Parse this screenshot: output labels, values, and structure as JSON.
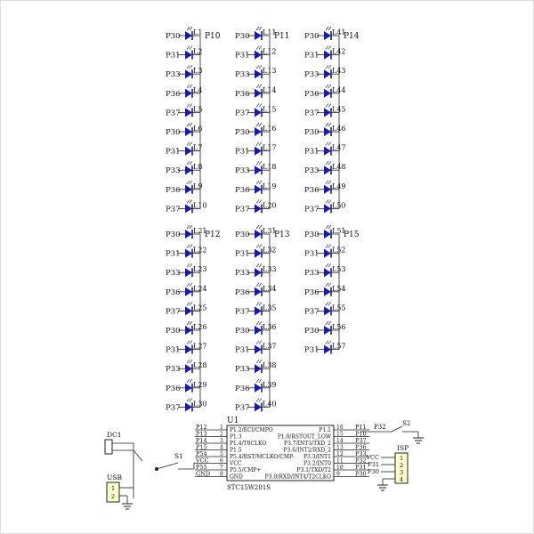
{
  "colors": {
    "wire": "#222222",
    "led": "#1a1aa8",
    "ink": "#111111",
    "border": "#dddddd"
  },
  "led_groups": [
    {
      "port": "P10",
      "rows": [
        {
          "pin": "P30",
          "led": "L1"
        },
        {
          "pin": "P31",
          "led": "L2"
        },
        {
          "pin": "P33",
          "led": "L3"
        },
        {
          "pin": "P36",
          "led": "L4"
        },
        {
          "pin": "P37",
          "led": "L5"
        },
        {
          "pin": "P30",
          "led": "L6"
        },
        {
          "pin": "P31",
          "led": "L7"
        },
        {
          "pin": "P33",
          "led": "L8"
        },
        {
          "pin": "P36",
          "led": "L9"
        },
        {
          "pin": "P37",
          "led": "L10"
        }
      ]
    },
    {
      "port": "P11",
      "rows": [
        {
          "pin": "P30",
          "led": "L11"
        },
        {
          "pin": "P31",
          "led": "L12"
        },
        {
          "pin": "P33",
          "led": "L13"
        },
        {
          "pin": "P36",
          "led": "L14"
        },
        {
          "pin": "P37",
          "led": "L15"
        },
        {
          "pin": "P30",
          "led": "L16"
        },
        {
          "pin": "P31",
          "led": "L17"
        },
        {
          "pin": "P33",
          "led": "L18"
        },
        {
          "pin": "P36",
          "led": "L19"
        },
        {
          "pin": "P37",
          "led": "L20"
        }
      ]
    },
    {
      "port": "P14",
      "rows": [
        {
          "pin": "P30",
          "led": "L41"
        },
        {
          "pin": "P31",
          "led": "L42"
        },
        {
          "pin": "P33",
          "led": "L43"
        },
        {
          "pin": "P36",
          "led": "L44"
        },
        {
          "pin": "P37",
          "led": "L45"
        },
        {
          "pin": "P30",
          "led": "L46"
        },
        {
          "pin": "P31",
          "led": "L47"
        },
        {
          "pin": "P33",
          "led": "L48"
        },
        {
          "pin": "P36",
          "led": "L49"
        },
        {
          "pin": "P37",
          "led": "L50"
        }
      ]
    },
    {
      "port": "P12",
      "rows": [
        {
          "pin": "P30",
          "led": "L21"
        },
        {
          "pin": "P31",
          "led": "L22"
        },
        {
          "pin": "P33",
          "led": "L23"
        },
        {
          "pin": "P36",
          "led": "L24"
        },
        {
          "pin": "P37",
          "led": "L25"
        },
        {
          "pin": "P30",
          "led": "L26"
        },
        {
          "pin": "P31",
          "led": "L27"
        },
        {
          "pin": "P33",
          "led": "L28"
        },
        {
          "pin": "P36",
          "led": "L29"
        },
        {
          "pin": "P37",
          "led": "L30"
        }
      ]
    },
    {
      "port": "P13",
      "rows": [
        {
          "pin": "P30",
          "led": "L31"
        },
        {
          "pin": "P31",
          "led": "L32"
        },
        {
          "pin": "P33",
          "led": "L33"
        },
        {
          "pin": "P36",
          "led": "L34"
        },
        {
          "pin": "P37",
          "led": "L35"
        },
        {
          "pin": "P30",
          "led": "L36"
        },
        {
          "pin": "P31",
          "led": "L37"
        },
        {
          "pin": "P33",
          "led": "L38"
        },
        {
          "pin": "P36",
          "led": "L39"
        },
        {
          "pin": "P37",
          "led": "L40"
        }
      ]
    },
    {
      "port": "P15",
      "rows": [
        {
          "pin": "P30",
          "led": "L51"
        },
        {
          "pin": "P31",
          "led": "L52"
        },
        {
          "pin": "P33",
          "led": "L53"
        },
        {
          "pin": "P36",
          "led": "L54"
        },
        {
          "pin": "P37",
          "led": "L55"
        },
        {
          "pin": "P30",
          "led": "L56"
        },
        {
          "pin": "P31",
          "led": "L57"
        }
      ]
    }
  ],
  "mcu": {
    "ref": "U1",
    "part": "STC15W201S",
    "left_pins": [
      {
        "num": "1",
        "net": "P12",
        "name": "P1.2/ECI/CMPO"
      },
      {
        "num": "2",
        "net": "P13",
        "name": "P1.3"
      },
      {
        "num": "3",
        "net": "P14",
        "name": "P1.4/T0CLKO"
      },
      {
        "num": "4",
        "net": "P15",
        "name": "P1.5"
      },
      {
        "num": "5",
        "net": "P54",
        "name": "P5.4/RST/MCLKO/CMP-"
      },
      {
        "num": "6",
        "net": "VCC",
        "name": "VCC"
      },
      {
        "num": "7",
        "net": "P55",
        "name": "P5.5/CMP+"
      },
      {
        "num": "8",
        "net": "GND",
        "name": "GND"
      }
    ],
    "right_pins": [
      {
        "num": "16",
        "net": "P11",
        "name": "P1.1"
      },
      {
        "num": "15",
        "net": "P10",
        "name": "P1.0/RSTOUT_LOW"
      },
      {
        "num": "14",
        "net": "P37",
        "name": "P3.7/INT3/TXD_2"
      },
      {
        "num": "13",
        "net": "P36",
        "name": "P3.6/INT2/RXD_2"
      },
      {
        "num": "12",
        "net": "P33",
        "name": "P3.3/INT1"
      },
      {
        "num": "11",
        "net": "P32",
        "name": "P3.2/INT0"
      },
      {
        "num": "10",
        "net": "P31",
        "name": "P3.1/TXD/T2"
      },
      {
        "num": "9",
        "net": "P30",
        "name": "P3.0/RXD/INT4/T2CLKO"
      }
    ]
  },
  "power": {
    "dc_label": "DC1",
    "usb_label": "USB",
    "usb_pins": [
      "1",
      "2"
    ],
    "switch_label": "S1"
  },
  "button": {
    "net": "P32",
    "label": "S2"
  },
  "isp": {
    "label": "ISP",
    "nets": [
      "VCC",
      "P31",
      "P30"
    ],
    "pins": [
      "1",
      "2",
      "3",
      "4"
    ]
  }
}
